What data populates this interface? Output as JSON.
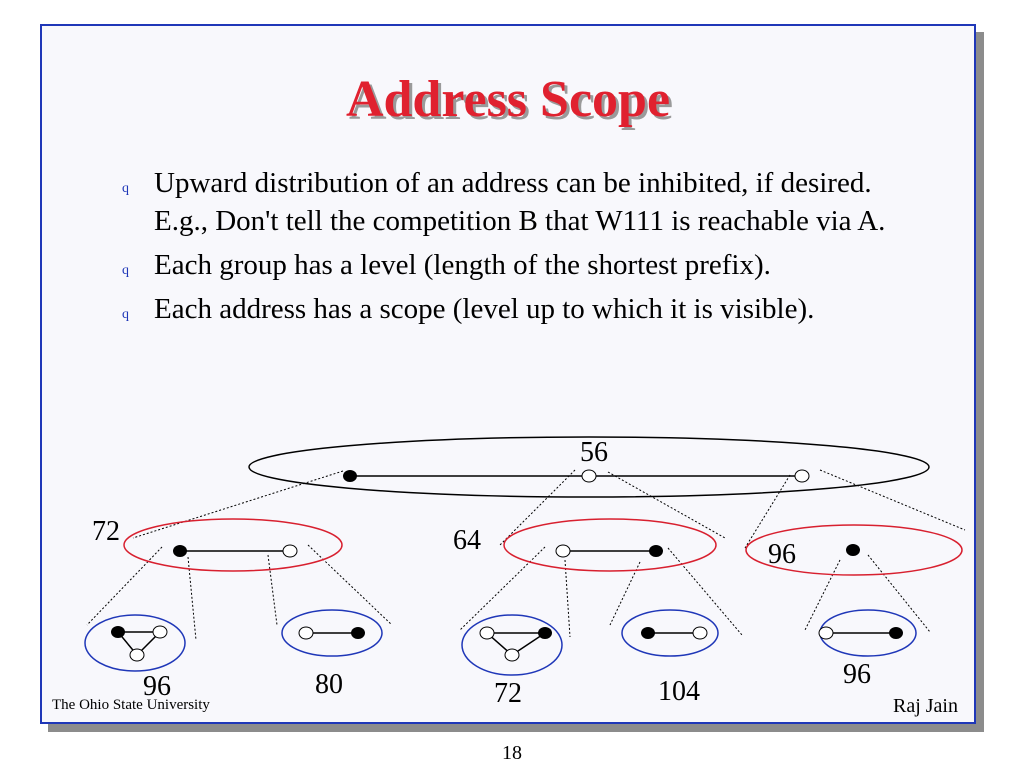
{
  "slide": {
    "title": "Address Scope",
    "bullets": [
      {
        "line1": "Upward distribution of an address can be inhibited, if desired.",
        "line2": "E.g., Don't tell the competition B that  W111 is reachable via A."
      },
      {
        "line1": "Each group has a level (length of the shortest prefix)."
      },
      {
        "line1": "Each address has a scope (level up to which it is visible)."
      }
    ],
    "bullet_marker": "q",
    "footer_left": "The Ohio State University",
    "footer_right": "Raj Jain",
    "page_number": "18"
  },
  "diagram": {
    "labels": {
      "top": "56",
      "left_group": "72",
      "middle_group": "64",
      "right_group": "96",
      "leaf1": "96",
      "leaf2": "80",
      "leaf3": "72",
      "leaf4": "104",
      "leaf5": "96"
    },
    "colors": {
      "top_ellipse": "#000000",
      "group_ellipse": "#d8202f",
      "leaf_ellipse": "#1f37b8"
    }
  }
}
